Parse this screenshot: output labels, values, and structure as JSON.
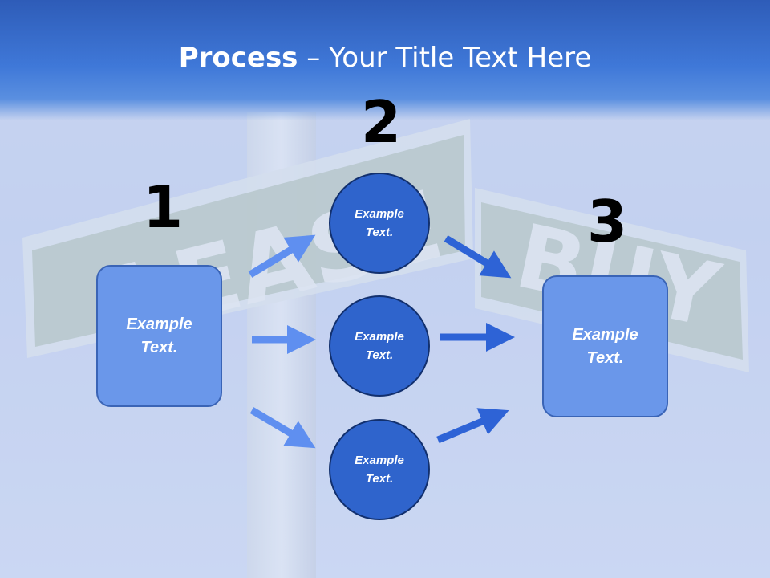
{
  "title": {
    "bold": "Process",
    "rest": " – Your Title Text Here"
  },
  "background_sign": {
    "left_word": "LEASE",
    "right_word": "BUY"
  },
  "steps": [
    {
      "number": "1",
      "text": "Example Text."
    },
    {
      "number": "2",
      "text": "Example Text."
    },
    {
      "number": "3",
      "text": "Example Text."
    }
  ],
  "circles": [
    {
      "text": "Example Text."
    },
    {
      "text": "Example Text."
    },
    {
      "text": "Example Text."
    }
  ],
  "colors": {
    "title_band": "#3f78d8",
    "box_fill": "#6a97ea",
    "circle_fill": "#2f64cc",
    "arrow_left": "#5f8ff0",
    "arrow_right": "#2e63d6"
  }
}
